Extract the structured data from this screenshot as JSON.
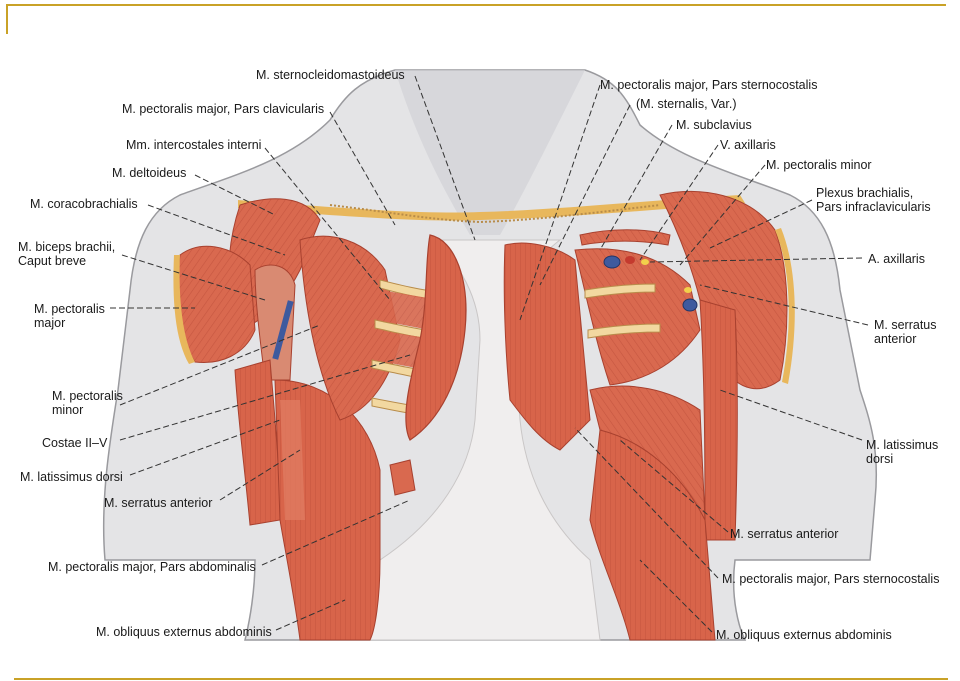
{
  "labels": {
    "sternocleidomastoideus": "M. sternocleidomastoideus",
    "pect_major_clav": "M. pectoralis major, Pars clavicularis",
    "intercostales_interni": "Mm. intercostales interni",
    "deltoideus": "M. deltoideus",
    "coracobrachialis": "M. coracobrachialis",
    "biceps_brachii": "M. biceps brachii,\nCaput breve",
    "pect_major_left": "M. pectoralis\nmajor",
    "pect_minor_left": "M. pectoralis\nminor",
    "costae": "Costae II–V",
    "latissimus_left": "M. latissimus dorsi",
    "serratus_left": "M. serratus anterior",
    "pect_major_abd": "M. pectoralis major, Pars abdominalis",
    "obliquus_left": "M. obliquus externus abdominis",
    "pect_major_sternocostalis_top": "M. pectoralis major, Pars sternocostalis",
    "sternalis": "(M. sternalis, Var.)",
    "subclavius": "M. subclavius",
    "v_axillaris": "V. axillaris",
    "pect_minor_right": "M. pectoralis minor",
    "plexus": "Plexus brachialis,\nPars infraclavicularis",
    "a_axillaris": "A. axillaris",
    "serratus_right_top": "M. serratus\nanterior",
    "latissimus_right": "M. latissimus\ndorsi",
    "serratus_right_bottom": "M. serratus anterior",
    "pect_major_sternocostalis_bottom": "M. pectoralis major, Pars sternocostalis",
    "obliquus_right": "M. obliquus externus abdominis"
  },
  "colors": {
    "frame_rule": "#c9a227",
    "skin": "#e4e4e6",
    "muscle": "#d9694f",
    "muscle_dark": "#b84a36",
    "fat": "#e8b75c",
    "fascia": "#f0eeee",
    "vein": "#3e5a9e",
    "artery": "#c43a2e",
    "nerve": "#f2d04b",
    "leader": "#333333"
  }
}
